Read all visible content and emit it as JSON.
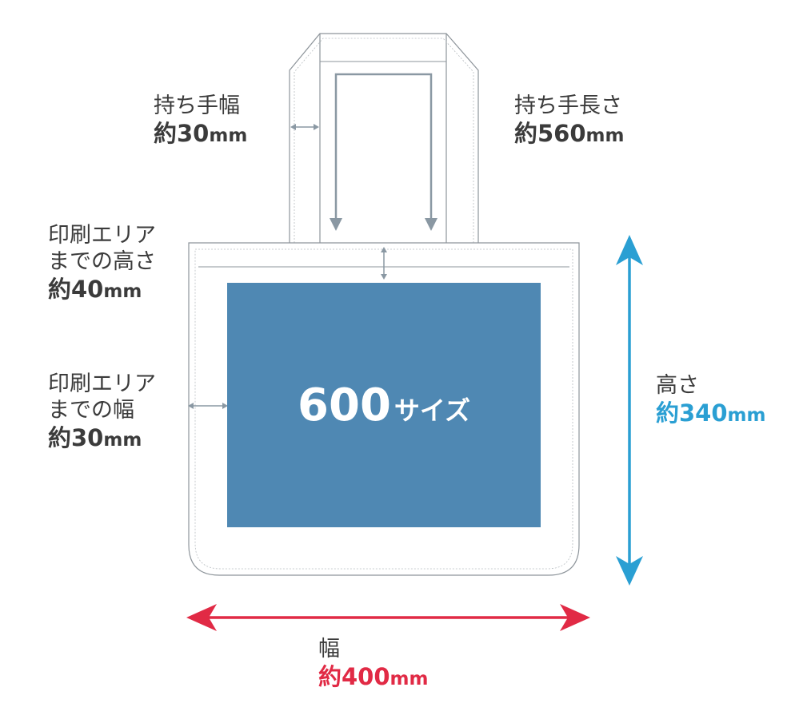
{
  "colors": {
    "outline": "#8e959b",
    "guide_arrow": "#8a98a3",
    "print_area": "#4f88b3",
    "height_arrow": "#2a9fd3",
    "width_arrow": "#e12a45",
    "text": "#3b3b3b"
  },
  "print_area": {
    "number": "600",
    "suffix": "サイズ"
  },
  "handle_width": {
    "label": "持ち手幅",
    "value": "約30",
    "unit": "mm"
  },
  "handle_length": {
    "label": "持ち手長さ",
    "value": "約560",
    "unit": "mm"
  },
  "print_top": {
    "label_1": "印刷エリア",
    "label_2": "までの高さ",
    "value": "約40",
    "unit": "mm"
  },
  "print_side": {
    "label_1": "印刷エリア",
    "label_2": "までの幅",
    "value": "約30",
    "unit": "mm"
  },
  "height": {
    "label": "高さ",
    "value": "約340",
    "unit": "mm"
  },
  "width": {
    "label": "幅",
    "value": "約400",
    "unit": "mm"
  }
}
